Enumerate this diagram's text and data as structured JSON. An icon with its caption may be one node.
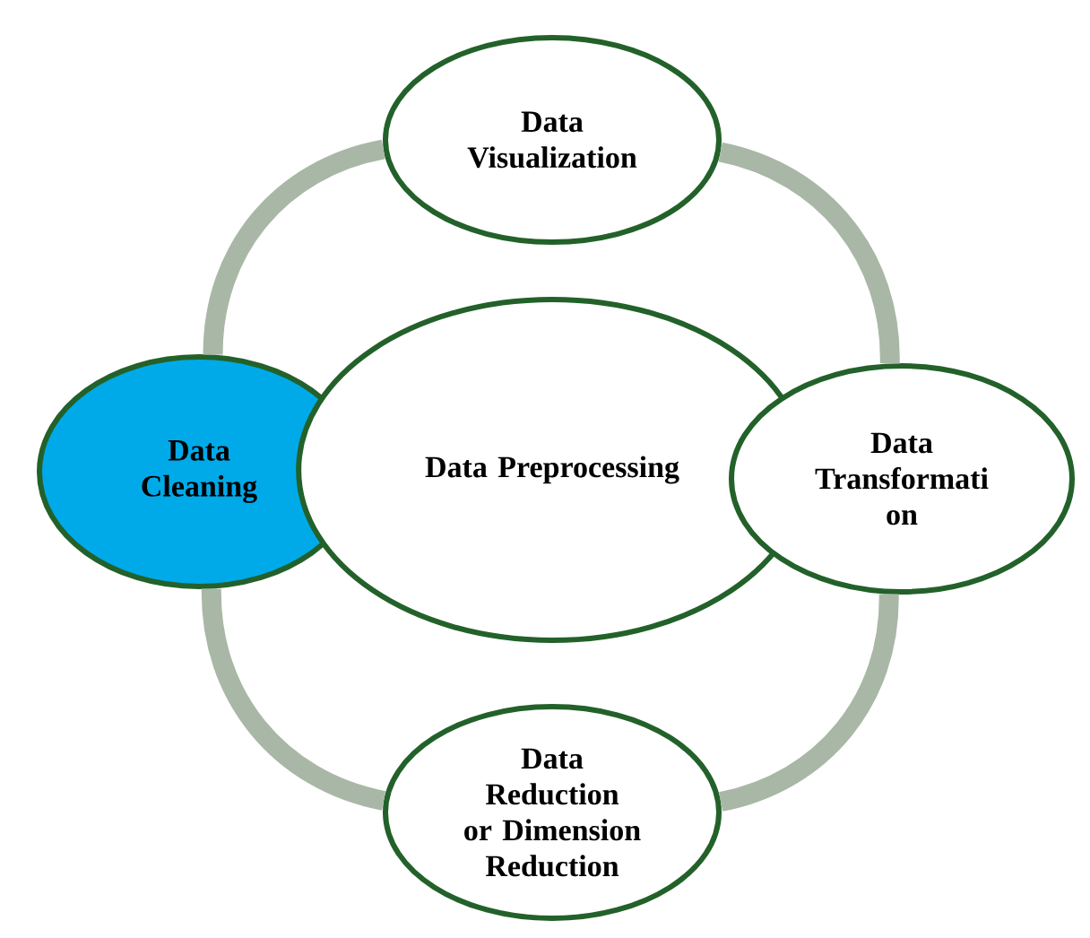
{
  "diagram": {
    "nodes": [
      {
        "text": [
          "Data Visualization"
        ]
      },
      {
        "text": [
          "Data Cleaning"
        ]
      },
      {
        "text": [
          "Data Preprocessing"
        ]
      },
      {
        "text": [
          "Data Transformati on"
        ]
      },
      {
        "text": [
          "Data Reduction or Dimension Reduction"
        ]
      }
    ],
    "edges": [
      {
        "from": 0,
        "to": 3,
        "arrow": "none"
      },
      {
        "from": 3,
        "to": 4,
        "arrow": "none"
      },
      {
        "from": 4,
        "to": 1,
        "arrow": "none"
      },
      {
        "from": 1,
        "to": 0,
        "arrow": "none"
      }
    ]
  }
}
